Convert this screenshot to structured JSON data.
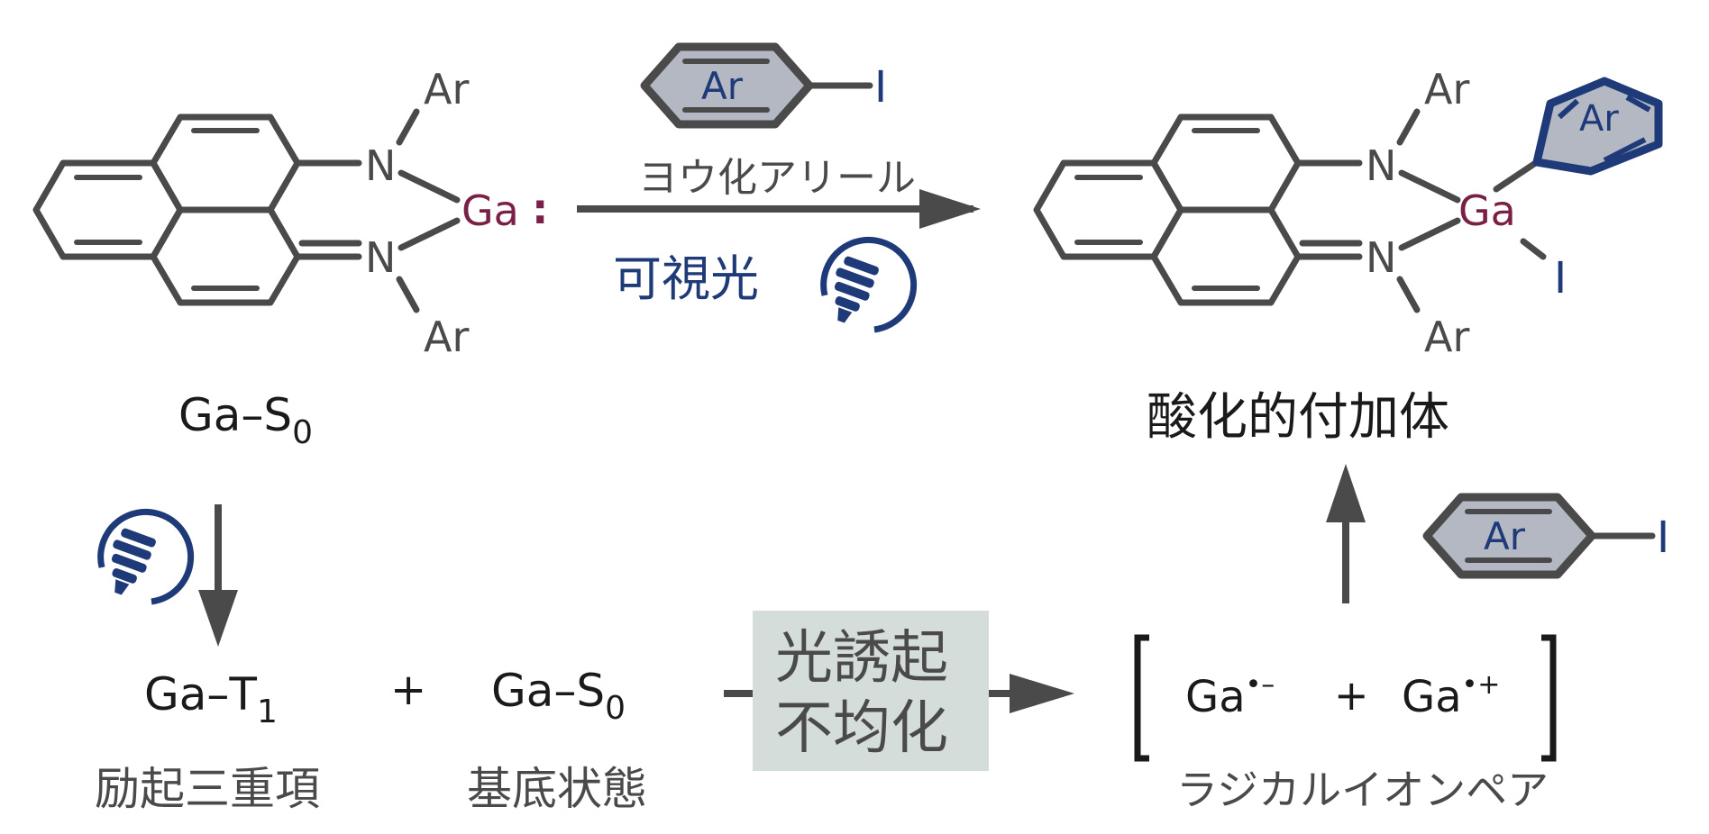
{
  "reactant": {
    "ar_top": "Ar",
    "ar_bottom": "Ar",
    "n_top": "N",
    "n_bottom": "N",
    "ga": "Ga",
    "lone_pair": ":",
    "label": "Ga–S",
    "label_sub": "0"
  },
  "reagent_top": {
    "ar": "Ar",
    "iodine": "I",
    "name": "ヨウ化アリール",
    "condition": "可視光"
  },
  "product": {
    "ar_top": "Ar",
    "ar_bottom": "Ar",
    "n_top": "N",
    "n_bottom": "N",
    "ga": "Ga",
    "ar_ring": "Ar",
    "iodine": "I",
    "label": "酸化的付加体"
  },
  "bottom": {
    "triplet": "Ga–T",
    "triplet_sub": "1",
    "triplet_caption": "励起三重項",
    "plus1": "+",
    "ground": "Ga–S",
    "ground_sub": "0",
    "ground_caption": "基底状態",
    "box_line1": "光誘起",
    "box_line2": "不均化",
    "anion": "Ga",
    "anion_sup": "•–",
    "plus2": "+",
    "cation": "Ga",
    "cation_sup": "•+",
    "pair_caption": "ラジカルイオンペア"
  },
  "reagent_right": {
    "ar": "Ar",
    "iodine": "I"
  },
  "colors": {
    "bond": "#4a4a4a",
    "gallium": "#7a1f45",
    "blue": "#1f3a78",
    "ring_fill": "#b3b8c2",
    "box_fill": "#d5dddb"
  }
}
